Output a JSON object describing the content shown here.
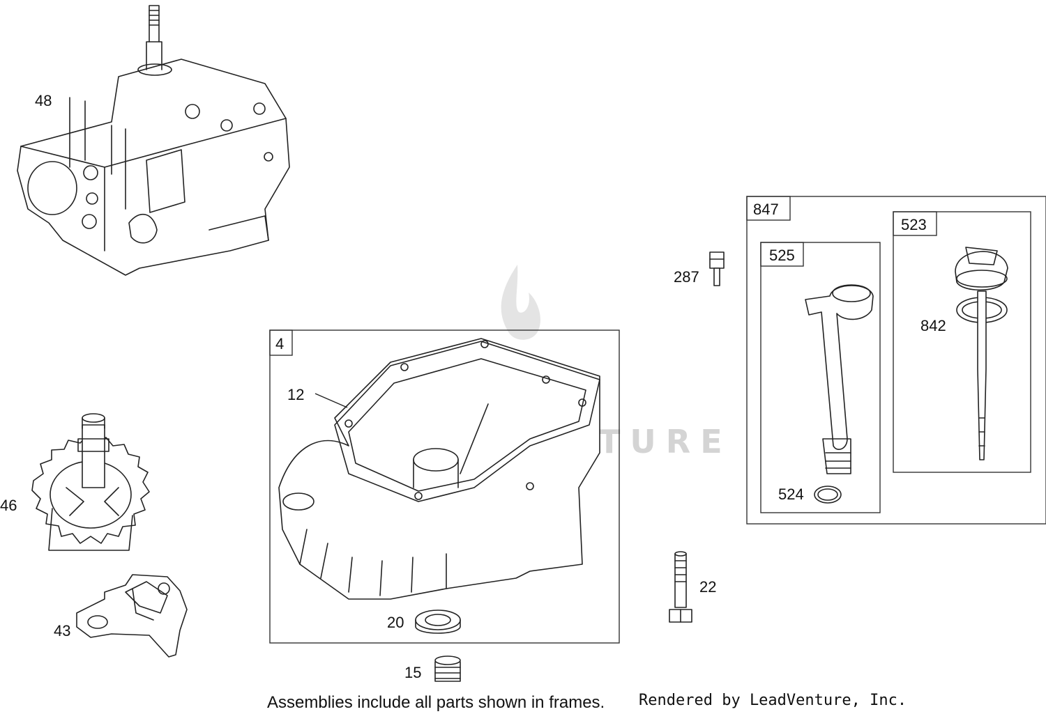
{
  "callouts": {
    "p48": "48",
    "p46": "46",
    "p43": "43",
    "p4": "4",
    "p12": "12",
    "p20": "20",
    "p15": "15",
    "p22": "22",
    "p287": "287",
    "p847": "847",
    "p525": "525",
    "p524": "524",
    "p523": "523",
    "p842": "842"
  },
  "watermark": {
    "text": "LEADVENTURE"
  },
  "footer": {
    "note": "Assemblies include all parts shown in frames.",
    "credit": "Rendered by LeadVenture, Inc."
  }
}
